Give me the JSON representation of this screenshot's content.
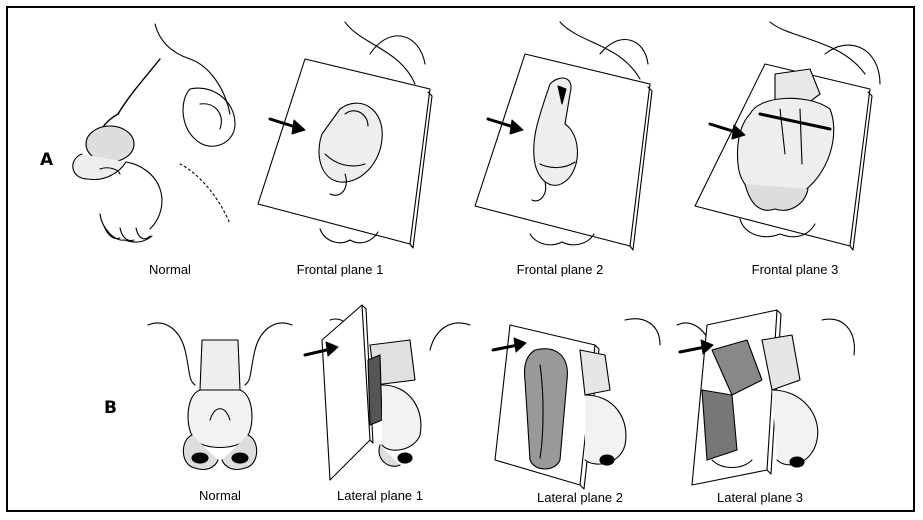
{
  "rows": {
    "a": {
      "label": "A",
      "panels": [
        {
          "caption": "Normal"
        },
        {
          "caption": "Frontal plane 1"
        },
        {
          "caption": "Frontal plane 2"
        },
        {
          "caption": "Frontal plane 3"
        }
      ]
    },
    "b": {
      "label": "B",
      "panels": [
        {
          "caption": "Normal"
        },
        {
          "caption": "Lateral plane 1"
        },
        {
          "caption": "Lateral plane 2"
        },
        {
          "caption": "Lateral plane 3"
        }
      ]
    }
  },
  "colors": {
    "ink": "#000000",
    "background": "#ffffff"
  }
}
